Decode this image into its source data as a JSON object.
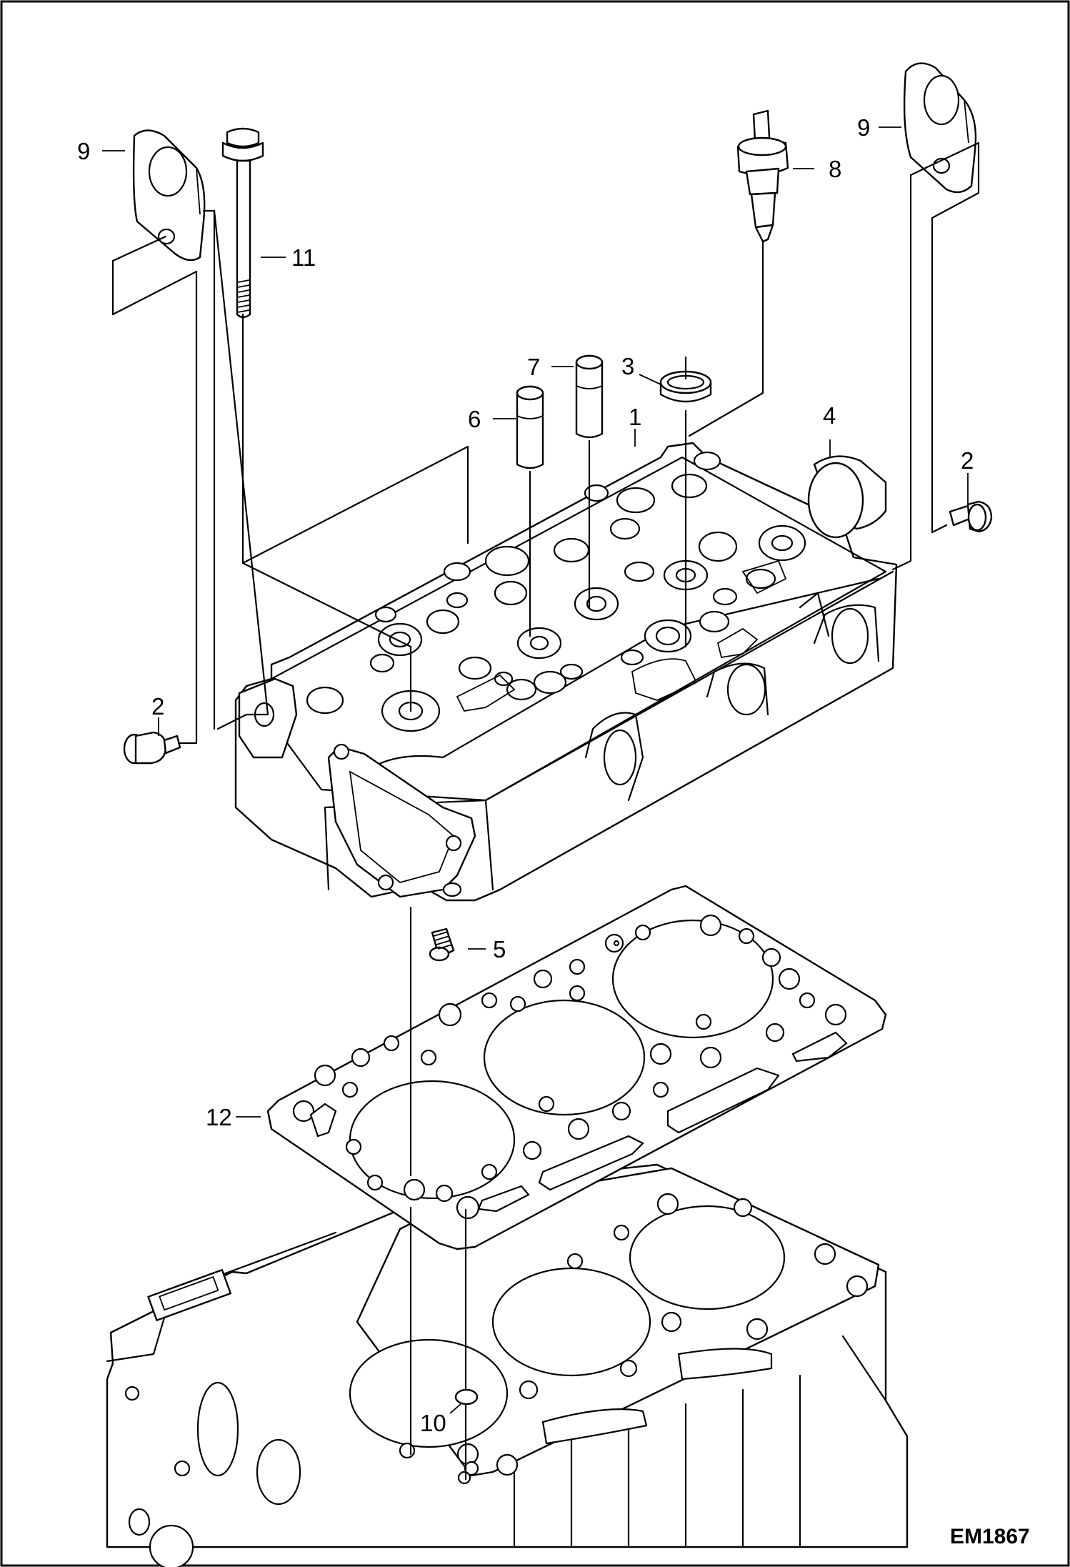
{
  "figure_id": "EM1867",
  "callouts": [
    {
      "label": "1"
    },
    {
      "label": "2"
    },
    {
      "label": "2"
    },
    {
      "label": "3"
    },
    {
      "label": "4"
    },
    {
      "label": "5"
    },
    {
      "label": "6"
    },
    {
      "label": "7"
    },
    {
      "label": "8"
    },
    {
      "label": "9"
    },
    {
      "label": "9"
    },
    {
      "label": "10"
    },
    {
      "label": "11"
    },
    {
      "label": "12"
    }
  ]
}
